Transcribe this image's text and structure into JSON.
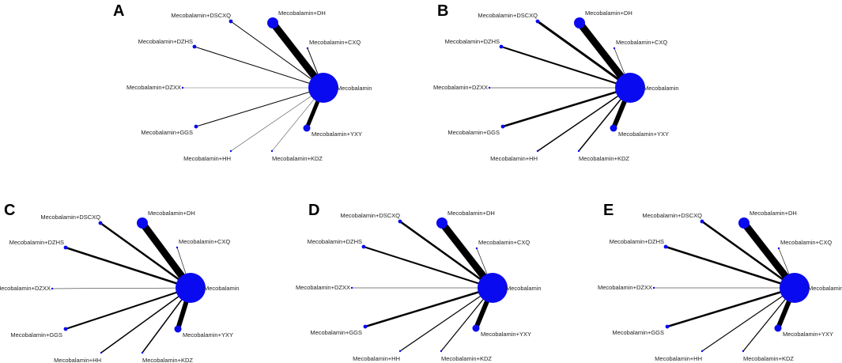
{
  "panels": [
    {
      "letter": "A",
      "edges": [
        {
          "to": "DH",
          "weight": 9
        },
        {
          "to": "DSCXQ",
          "weight": 1
        },
        {
          "to": "CXQ",
          "weight": 1
        },
        {
          "to": "DZHS",
          "weight": 1
        },
        {
          "to": "DZXX",
          "weight": 0.3
        },
        {
          "to": "GGS",
          "weight": 1
        },
        {
          "to": "HH",
          "weight": 0.5
        },
        {
          "to": "KDZ",
          "weight": 0.5
        },
        {
          "to": "YXY",
          "weight": 5
        }
      ]
    },
    {
      "letter": "B",
      "edges": [
        {
          "to": "DH",
          "weight": 9
        },
        {
          "to": "DSCXQ",
          "weight": 3
        },
        {
          "to": "CXQ",
          "weight": 0.6
        },
        {
          "to": "DZHS",
          "weight": 2
        },
        {
          "to": "DZXX",
          "weight": 0.5
        },
        {
          "to": "GGS",
          "weight": 2.5
        },
        {
          "to": "HH",
          "weight": 1.5
        },
        {
          "to": "KDZ",
          "weight": 1.5
        },
        {
          "to": "YXY",
          "weight": 6
        }
      ]
    },
    {
      "letter": "C",
      "edges": [
        {
          "to": "DH",
          "weight": 9
        },
        {
          "to": "DSCXQ",
          "weight": 2.5
        },
        {
          "to": "CXQ",
          "weight": 0.6
        },
        {
          "to": "DZHS",
          "weight": 2.5
        },
        {
          "to": "DZXX",
          "weight": 0.5
        },
        {
          "to": "GGS",
          "weight": 2
        },
        {
          "to": "HH",
          "weight": 1.5
        },
        {
          "to": "KDZ",
          "weight": 1.5
        },
        {
          "to": "YXY",
          "weight": 6
        }
      ]
    },
    {
      "letter": "D",
      "edges": [
        {
          "to": "DH",
          "weight": 9
        },
        {
          "to": "DSCXQ",
          "weight": 2.5
        },
        {
          "to": "CXQ",
          "weight": 0.6
        },
        {
          "to": "DZHS",
          "weight": 2
        },
        {
          "to": "DZXX",
          "weight": 0.5
        },
        {
          "to": "GGS",
          "weight": 2.5
        },
        {
          "to": "HH",
          "weight": 1.2
        },
        {
          "to": "KDZ",
          "weight": 1.2
        },
        {
          "to": "YXY",
          "weight": 6
        }
      ]
    },
    {
      "letter": "E",
      "edges": [
        {
          "to": "DH",
          "weight": 9
        },
        {
          "to": "DSCXQ",
          "weight": 2.5
        },
        {
          "to": "CXQ",
          "weight": 0.6
        },
        {
          "to": "DZHS",
          "weight": 2.5
        },
        {
          "to": "DZXX",
          "weight": 0.5
        },
        {
          "to": "GGS",
          "weight": 2.5
        },
        {
          "to": "HH",
          "weight": 1.2
        },
        {
          "to": "KDZ",
          "weight": 1.2
        },
        {
          "to": "YXY",
          "weight": 6
        }
      ]
    }
  ],
  "nodes": {
    "hub": {
      "label": "Mecobalamin",
      "size": "large"
    },
    "DH": {
      "label": "Mecobalamin+DH",
      "size": "medium"
    },
    "DSCXQ": {
      "label": "Mecobalamin+DSCXQ",
      "size": "small"
    },
    "CXQ": {
      "label": "Mecobalamin+CXQ",
      "size": "tiny"
    },
    "DZHS": {
      "label": "Mecobalamin+DZHS",
      "size": "small"
    },
    "DZXX": {
      "label": "Mecobalamin+DZXX",
      "size": "tiny"
    },
    "GGS": {
      "label": "Mecobalamin+GGS",
      "size": "small"
    },
    "HH": {
      "label": "Mecobalamin+HH",
      "size": "tiny"
    },
    "KDZ": {
      "label": "Mecobalamin+KDZ",
      "size": "tiny"
    },
    "YXY": {
      "label": "Mecobalamin+YXY",
      "size": "medium-small"
    }
  },
  "colors": {
    "node": "#0a0af0",
    "edge": "#000000"
  }
}
